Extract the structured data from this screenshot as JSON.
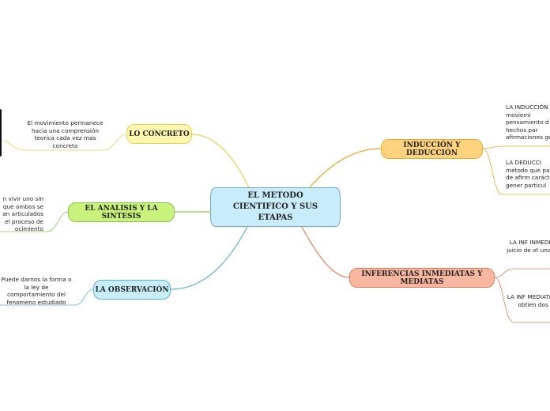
{
  "central": {
    "label": "EL METODO CIENTIFICO Y SUS ETAPAS"
  },
  "branches": [
    {
      "label": "LO CONCRETO",
      "color": "#e8cf52",
      "note": "El movimiento permanece hacia una comprensión teorica cada vez mas concreta"
    },
    {
      "label": "EL ANALISIS Y LA SINTESIS",
      "color": "#86c648",
      "note": "n vivir uno sin que ambos se an articulados el proceso de ocimiento"
    },
    {
      "label": "LA OBSERVACIÓN",
      "color": "#5fb0d3",
      "note": "Puede darnos la forma o la ley de comportamiento del fenomeno estudiado"
    },
    {
      "label": "INDUCCIÓN Y DEDUCCIÓN",
      "color": "#e8a92e",
      "notes": [
        "LA INDUCCIÓN moviemi pensamiento d hechos par afirmaciones gene",
        "LA DEDUCCI método que pasar de afirm carácter gener particul"
      ]
    },
    {
      "label": "INFERENCIAS INMEDIATAS Y MEDIATAS",
      "color": "#e27b5a",
      "notes": [
        "LA INF INMEDIATA juicio de ot una sol",
        "LA INF MEDIATA se obtien dos o m"
      ]
    }
  ]
}
